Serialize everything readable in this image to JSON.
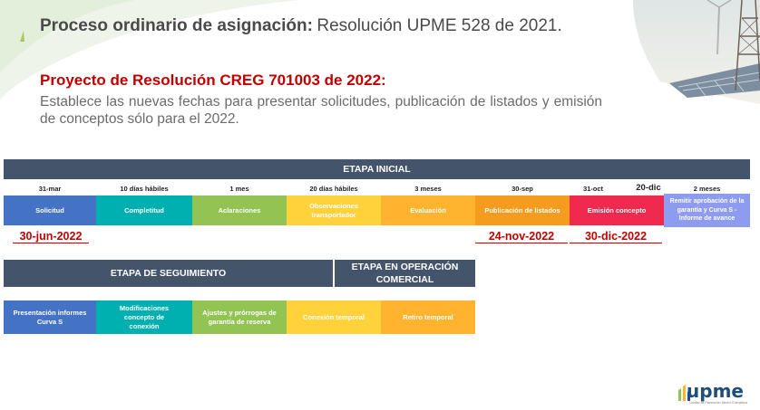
{
  "title": {
    "bold": "Proceso ordinario de asignación:",
    "regular": "Resolución UPME 528 de 2021."
  },
  "subtitle": "Proyecto de Resolución CREG 701003 de 2022:",
  "description": "Establece las nuevas fechas para presentar solicitudes, publicación de listados y emisión de conceptos sólo para el 2022.",
  "etapa_inicial": {
    "title": "ETAPA INICIAL",
    "headers": [
      "31-mar",
      "10 días hábiles",
      "1 mes",
      "20 días hábiles",
      "3 meses",
      "30-sep",
      "31-oct",
      "20-dic",
      "2 meses"
    ],
    "steps": [
      "Solicitud",
      "Completitud",
      "Aclaraciones",
      "Observaciones transportador",
      "Evaluación",
      "Publicación de listados",
      "Emisión concepto",
      "Remitir aprobación de la garantía y Curva S - Informe de avance"
    ],
    "new_dates": [
      "30-jun-2022",
      "24-nov-2022",
      "30-dic-2022"
    ]
  },
  "etapa_seguimiento": {
    "title": "ETAPA DE SEGUIMIENTO",
    "steps": [
      "Presentación informes Curva S",
      "Modificaciones concepto de conexión",
      "Ajustes y prórrogas de garantía de reserva"
    ]
  },
  "etapa_operacion": {
    "title": "ETAPA EN OPERACIÓN COMERCIAL",
    "steps": [
      "Conexión temporal",
      "Retiro temporal"
    ]
  },
  "logo": {
    "text": "upme",
    "tagline": "Unidad de Planeación Minero Energética"
  },
  "colors": {
    "band": "#44546a",
    "blue": "#4472c4",
    "teal": "#00b0b0",
    "green": "#92c353",
    "yellow": "#ffd13a",
    "orange_light": "#ffb32e",
    "orange": "#f59b1d",
    "red": "#f0294e",
    "lavender": "#8e9cf0",
    "red_text": "#c00000"
  }
}
